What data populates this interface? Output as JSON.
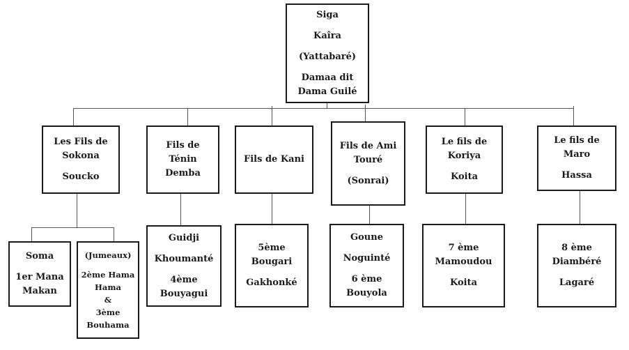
{
  "root": {
    "lines": [
      "Siga",
      "Kaîra",
      "(Yattabaré)",
      "Damaa dit",
      "Dama Guilé"
    ]
  },
  "level1": [
    {
      "id": "sokona",
      "lines": [
        "Les Fils de",
        "Sokona",
        "Soucko"
      ]
    },
    {
      "id": "tenin",
      "lines": [
        "Fils de",
        "Ténin",
        "Demba"
      ]
    },
    {
      "id": "kani",
      "lines": [
        "Fils de Kani"
      ]
    },
    {
      "id": "ami",
      "lines": [
        "Fils de Ami",
        "Touré",
        "(Sonrai)"
      ]
    },
    {
      "id": "koriya",
      "lines": [
        "Le fils de",
        "Koriya",
        "Koita"
      ]
    },
    {
      "id": "maro",
      "lines": [
        "Le fils de",
        "Maro",
        "Hassa"
      ]
    }
  ],
  "level2": [
    {
      "id": "soma",
      "lines": [
        "Soma",
        "1er Mana",
        "Makan"
      ]
    },
    {
      "id": "jumeaux",
      "lines": [
        "(Jumeaux)",
        "2ème Hama",
        "Hama",
        "&",
        "3ème",
        "Bouhama"
      ]
    },
    {
      "id": "guidji",
      "lines": [
        "Guidji",
        "Khoumanté",
        "4ème",
        "Bouyagui"
      ]
    },
    {
      "id": "bougari",
      "lines": [
        "5ème",
        "Bougari",
        "Gakhonké"
      ]
    },
    {
      "id": "goune",
      "lines": [
        "Goune",
        "Noguinté",
        "6 ème",
        "Bouyola"
      ]
    },
    {
      "id": "mamoudou",
      "lines": [
        "7 ème",
        "Mamoudou",
        "Koita"
      ]
    },
    {
      "id": "diambere",
      "lines": [
        "8 ème",
        "Diambéré",
        "Lagaré"
      ]
    }
  ],
  "colors": {
    "border": "#1a1a1a",
    "connector": "#555555",
    "background": "#ffffff"
  }
}
